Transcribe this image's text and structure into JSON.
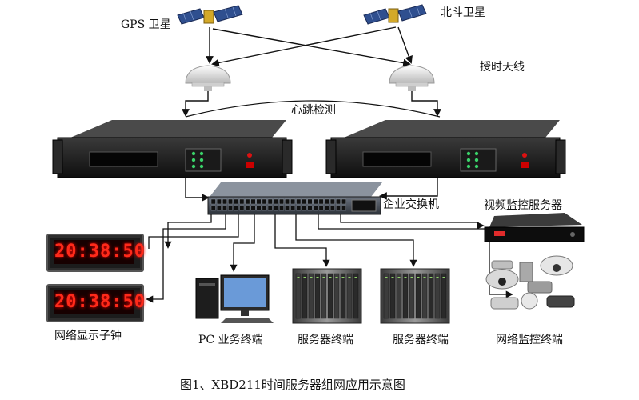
{
  "labels": {
    "gps_satellite": "GPS 卫星",
    "beidou_satellite": "北斗卫星",
    "timing_antenna": "授时天线",
    "heartbeat": "心跳检测",
    "enterprise_switch": "企业交换机",
    "video_monitor_server": "视频监控服务器",
    "network_clock": "网络显示子钟",
    "pc_terminal": "PC 业务终端",
    "server_terminal_1": "服务器终端",
    "server_terminal_2": "服务器终端",
    "network_monitor_terminal": "网络监控终端"
  },
  "caption": "图1、XBD211时间服务器组网应用示意图",
  "clock_display": "20:38:50"
}
